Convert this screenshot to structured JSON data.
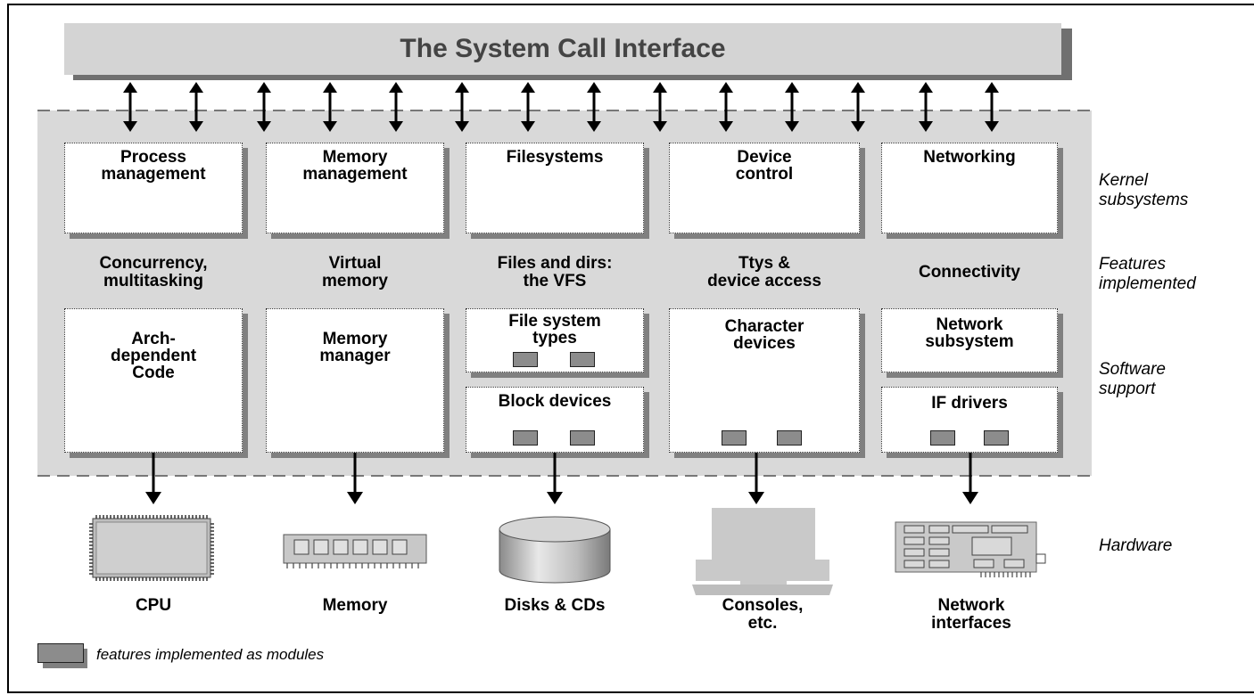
{
  "header": {
    "title": "The System Call Interface"
  },
  "subsystems": [
    "Process\nmanagement",
    "Memory\nmanagement",
    "Filesystems",
    "Device\ncontrol",
    "Networking"
  ],
  "features": [
    "Concurrency,\nmultitasking",
    "Virtual\nmemory",
    "Files and dirs:\nthe VFS",
    "Ttys &\ndevice access",
    "Connectivity"
  ],
  "software": {
    "arch": "Arch-\ndependent\nCode",
    "memory_manager": "Memory\nmanager",
    "fs_types": "File system\ntypes",
    "block_devices": "Block devices",
    "char_devices": "Character\ndevices",
    "network_subsystem": "Network\nsubsystem",
    "if_drivers": "IF drivers"
  },
  "hardware": {
    "cpu": "CPU",
    "memory": "Memory",
    "disks": "Disks & CDs",
    "consoles": "Consoles,\netc.",
    "network": "Network\ninterfaces"
  },
  "side_labels": {
    "kernel": "Kernel\nsubsystems",
    "features": "Features\nimplemented",
    "software": "Software\nsupport",
    "hardware": "Hardware"
  },
  "legend": {
    "text": "features implemented as modules"
  },
  "colors": {
    "panel": "#d9d9d9",
    "header": "#d4d4d4",
    "shadow": "#808080",
    "module": "#8c8c8c"
  }
}
